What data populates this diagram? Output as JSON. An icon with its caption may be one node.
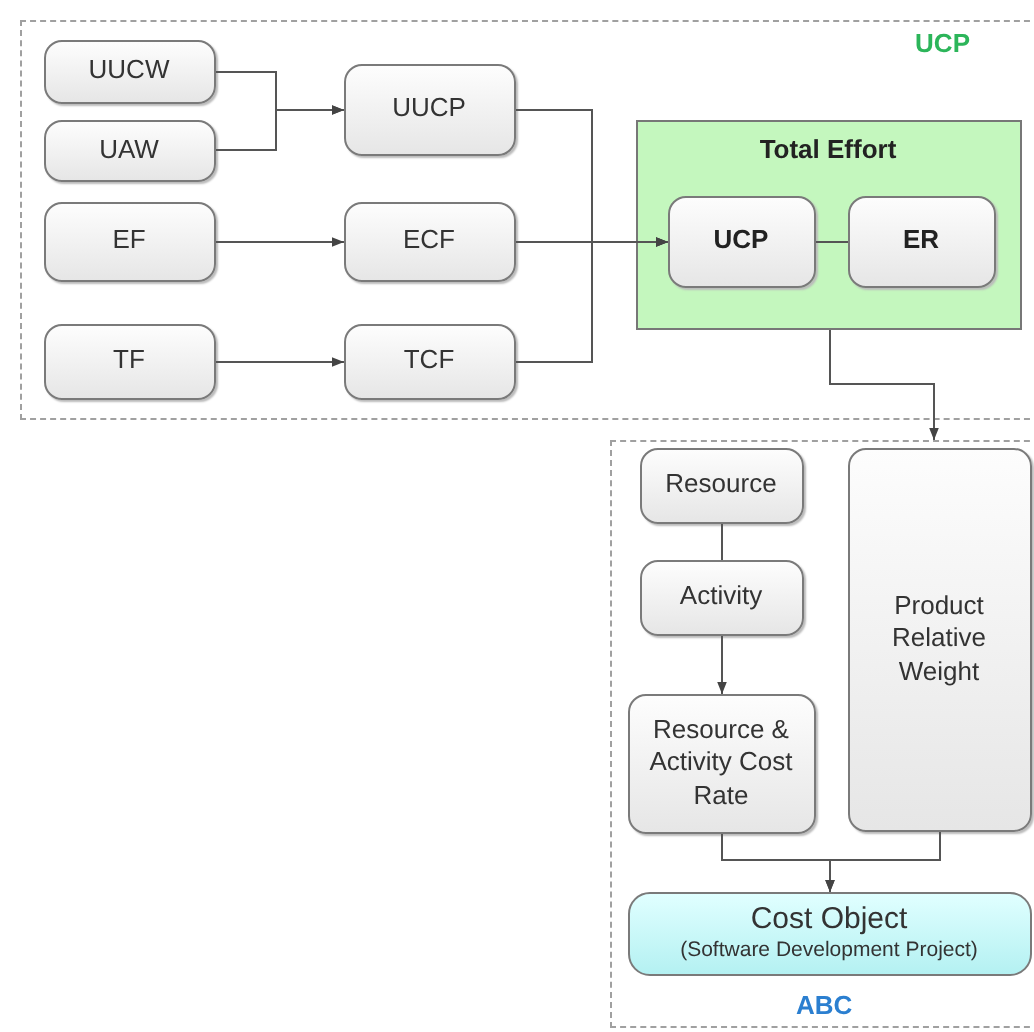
{
  "diagram": {
    "nodes": [
      {
        "text": [
          "UCP"
        ]
      },
      {
        "text": [
          "UUCW"
        ],
        "in": 0
      },
      {
        "text": [
          "UAW"
        ],
        "in": 0
      },
      {
        "text": [
          "EF"
        ],
        "in": 0
      },
      {
        "text": [
          "TF"
        ],
        "in": 0
      },
      {
        "text": [
          "UUCP"
        ],
        "in": 0
      },
      {
        "text": [
          "ECF"
        ],
        "in": 0
      },
      {
        "text": [
          "TCF"
        ],
        "in": 0
      },
      {
        "text": [
          "Total Effort"
        ],
        "in": 0
      },
      {
        "text": [
          "UCP"
        ],
        "in": 8
      },
      {
        "text": [
          "ER"
        ],
        "in": 8
      },
      {
        "text": [
          "ABC"
        ]
      },
      {
        "text": [
          "Resource"
        ],
        "in": 11
      },
      {
        "text": [
          "Activity"
        ],
        "in": 11
      },
      {
        "text": [
          "Resource & Activity Cost Rate"
        ],
        "in": 11
      },
      {
        "text": [
          "Product Relative Weight"
        ],
        "in": 11
      },
      {
        "text": [
          "Cost Object",
          "(Software Development Project)"
        ],
        "in": 11
      }
    ],
    "edges": [
      {
        "from": 1,
        "to": 5,
        "arrow": "to"
      },
      {
        "from": 2,
        "to": 5,
        "arrow": "to"
      },
      {
        "from": 3,
        "to": 6,
        "arrow": "to"
      },
      {
        "from": 4,
        "to": 7,
        "arrow": "to"
      },
      {
        "from": 5,
        "to": 9,
        "arrow": "to"
      },
      {
        "from": 6,
        "to": 9,
        "arrow": "to"
      },
      {
        "from": 7,
        "to": 9,
        "arrow": "to"
      },
      {
        "from": 9,
        "to": 10,
        "arrow": "none"
      },
      {
        "from": 8,
        "to": 11,
        "arrow": "to"
      },
      {
        "from": 12,
        "to": 13,
        "arrow": "none"
      },
      {
        "from": 13,
        "to": 14,
        "arrow": "to"
      },
      {
        "from": 14,
        "to": 16,
        "arrow": "to"
      },
      {
        "from": 15,
        "to": 16,
        "arrow": "to"
      }
    ]
  }
}
